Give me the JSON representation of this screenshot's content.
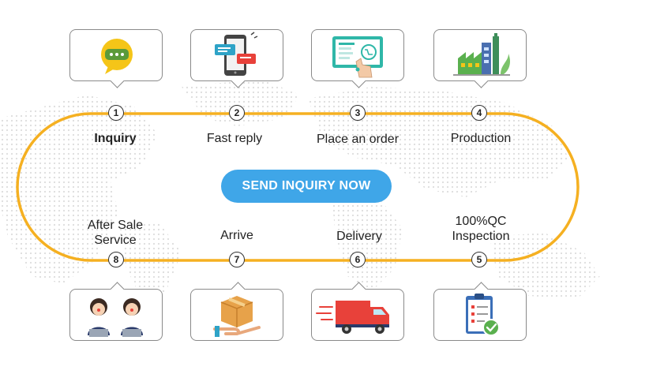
{
  "steps": [
    {
      "number": "1",
      "label": "Inquiry",
      "icon": "chat-bubble-icon"
    },
    {
      "number": "2",
      "label": "Fast reply",
      "icon": "phone-message-icon"
    },
    {
      "number": "3",
      "label": "Place an order",
      "icon": "online-shop-icon"
    },
    {
      "number": "4",
      "label": "Production",
      "icon": "factory-icon"
    },
    {
      "number": "5",
      "label_line1": "100%QC",
      "label_line2": "Inspection",
      "icon": "clipboard-check-icon"
    },
    {
      "number": "6",
      "label": "Delivery",
      "icon": "delivery-truck-icon"
    },
    {
      "number": "7",
      "label": "Arrive",
      "icon": "package-hand-icon"
    },
    {
      "number": "8",
      "label_line1": "After Sale",
      "label_line2": "Service",
      "icon": "support-agents-icon"
    }
  ],
  "cta": {
    "label": "SEND INQUIRY NOW"
  },
  "colors": {
    "track": "#f5b021",
    "cta": "#3fa6e8",
    "card_border": "#8a8a8a"
  }
}
